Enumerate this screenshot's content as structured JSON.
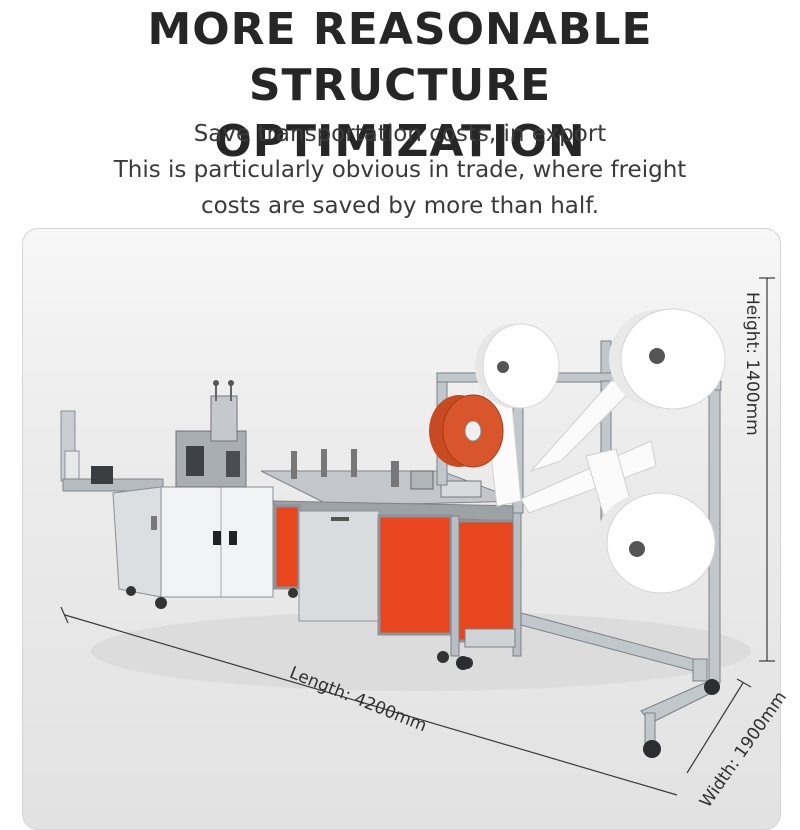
{
  "headline": {
    "line1": "MORE REASONABLE STRUCTURE",
    "line2": "OPTIMIZATION"
  },
  "subtitle": {
    "line1": "Save transportation costs, in export",
    "line2": "This is particularly obvious in trade, where freight",
    "line3": "costs are saved by more than half."
  },
  "dimensions": {
    "height": "Height: 1400mm",
    "length": "Length: 4200mm",
    "width": "Width: 1900mm"
  },
  "colors": {
    "headline": "#262626",
    "panel_accent": "#e8461f",
    "frame": "#b8bec4"
  }
}
